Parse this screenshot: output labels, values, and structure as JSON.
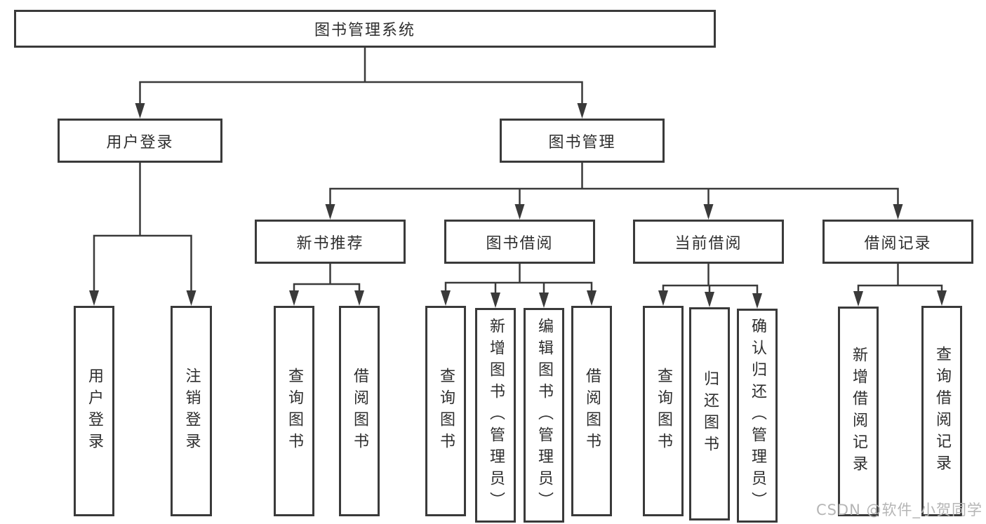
{
  "diagram": {
    "root": {
      "label": "图书管理系统"
    },
    "branches": [
      {
        "id": "user-login",
        "label": "用户登录",
        "children": [
          {
            "label": "用户登录"
          },
          {
            "label": "注销登录"
          }
        ]
      },
      {
        "id": "book-management",
        "label": "图书管理",
        "sections": [
          {
            "id": "new-book-recommend",
            "label": "新书推荐",
            "children": [
              {
                "label": "查询图书"
              },
              {
                "label": "借阅图书"
              }
            ]
          },
          {
            "id": "book-borrow",
            "label": "图书借阅",
            "children": [
              {
                "label": "查询图书"
              },
              {
                "label": "新增图书（管理员）"
              },
              {
                "label": "编辑图书（管理员）"
              },
              {
                "label": "借阅图书"
              }
            ]
          },
          {
            "id": "current-borrow",
            "label": "当前借阅",
            "children": [
              {
                "label": "查询图书"
              },
              {
                "label": "归还图书"
              },
              {
                "label": "确认归还（管理员）"
              }
            ]
          },
          {
            "id": "borrow-record",
            "label": "借阅记录",
            "children": [
              {
                "label": "新增借阅记录"
              },
              {
                "label": "查询借阅记录"
              }
            ]
          }
        ]
      }
    ]
  },
  "watermark": {
    "text": "CSDN @软件_小贺同学"
  },
  "colors": {
    "line": "#3a3a3a",
    "text": "#2e2e2e",
    "node_background": "#ffffff",
    "watermark": "#b5b5b5",
    "page_background": "#ffffff"
  }
}
